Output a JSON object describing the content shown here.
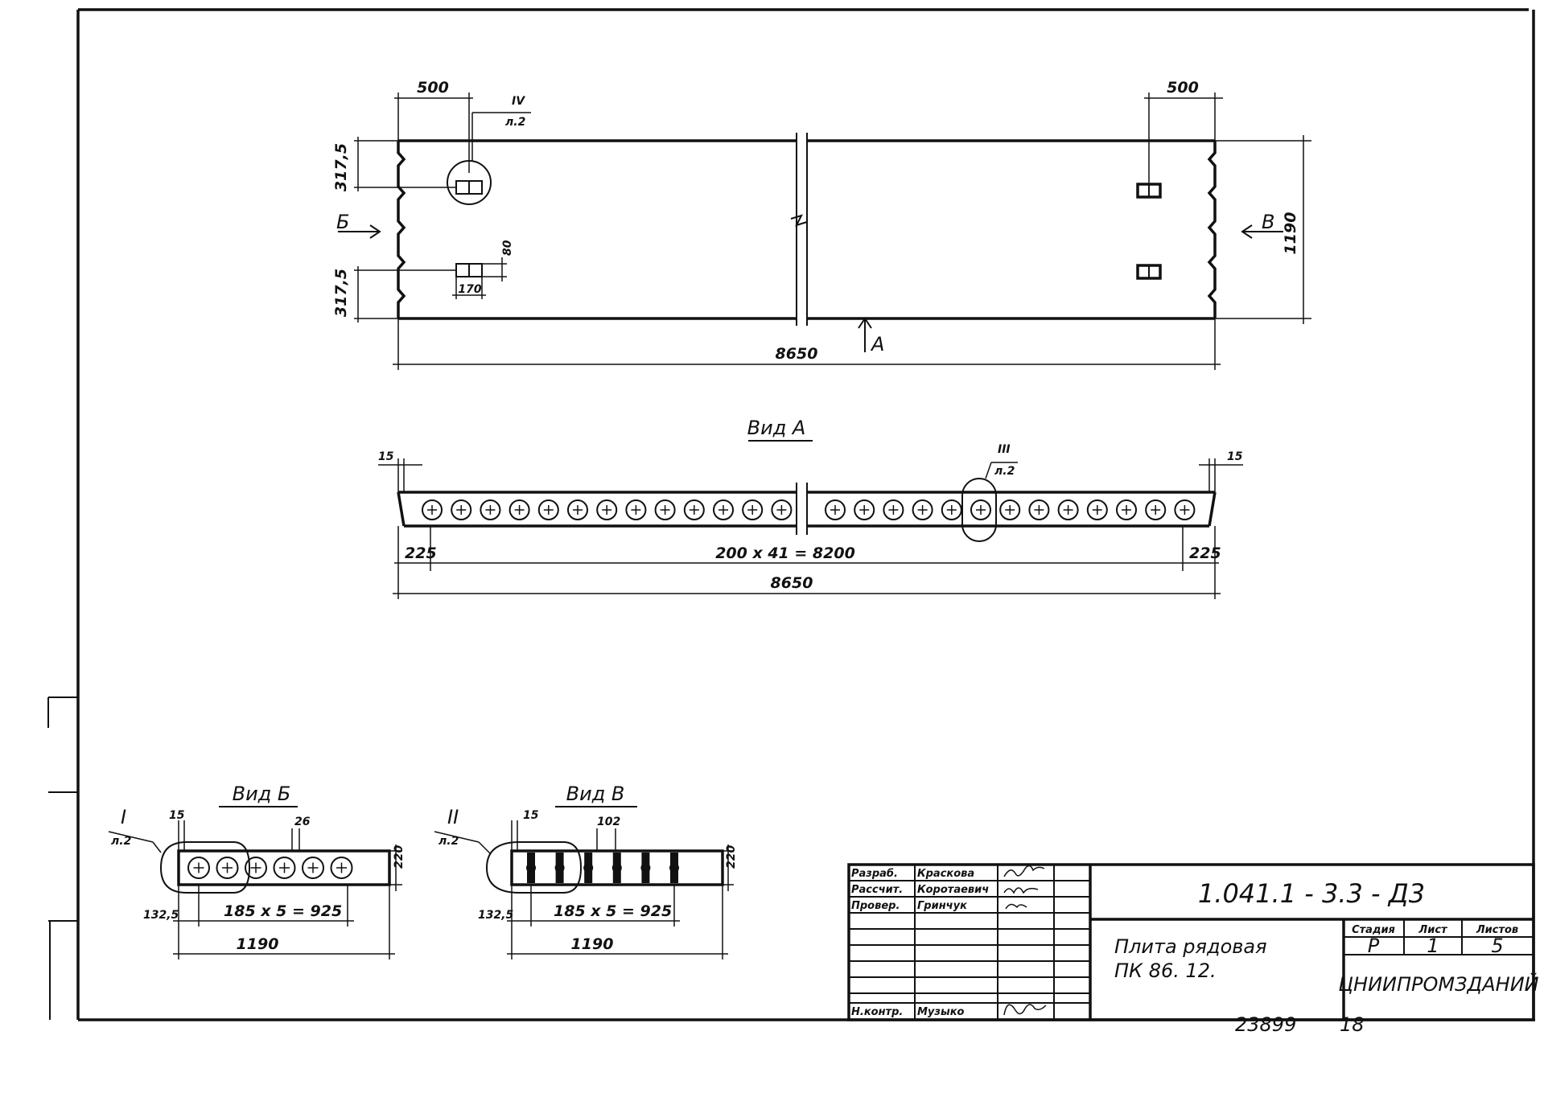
{
  "plan": {
    "dim_top_left": "500",
    "dim_top_right": "500",
    "dim_side_top": "317,5",
    "dim_side_bottom": "317,5",
    "dim_height": "1190",
    "dim_length": "8650",
    "dim_hole_w": "170",
    "dim_hole_h": "80",
    "callout_node": "IV",
    "callout_sheet": "л.2",
    "arrow_b": "Б",
    "arrow_v": "В",
    "arrow_a": "А"
  },
  "view_a": {
    "title": "Вид А",
    "dim_edge_left": "15",
    "dim_edge_right": "15",
    "dim_end_left": "225",
    "dim_end_right": "225",
    "dim_span": "200 х 41 = 8200",
    "dim_length": "8650",
    "callout_node": "III",
    "callout_sheet": "л.2"
  },
  "view_b": {
    "title": "Вид Б",
    "callout_node": "I",
    "callout_sheet": "л.2",
    "dim_edge": "15",
    "dim_spacing": "26",
    "dim_height": "220",
    "dim_offset": "132,5",
    "dim_span": "185 х 5 = 925",
    "dim_width": "1190"
  },
  "view_v": {
    "title": "Вид В",
    "callout_node": "II",
    "callout_sheet": "л.2",
    "dim_edge": "15",
    "dim_spacing": "102",
    "dim_height": "220",
    "dim_offset": "132,5",
    "dim_span": "185 х 5 = 925",
    "dim_width": "1190"
  },
  "title_block": {
    "code": "1.041.1 - 3.3 - Д3",
    "name_line1": "Плита рядовая",
    "name_line2": "ПК 86. 12.",
    "role_dev": "Разраб.",
    "name_dev": "Краскова",
    "role_calc": "Рассчит.",
    "name_calc": "Коротаевич",
    "role_check": "Провер.",
    "name_check": "Гринчук",
    "role_norm": "Н.контр.",
    "name_norm": "Музыко",
    "stage_head": "Стадия",
    "sheet_head": "Лист",
    "sheets_head": "Листов",
    "stage_val": "Р",
    "sheet_val": "1",
    "sheets_val": "5",
    "org": "ЦНИИПРОМЗДАНИЙ",
    "archive_no": "23899",
    "archive_sheet": "18"
  }
}
